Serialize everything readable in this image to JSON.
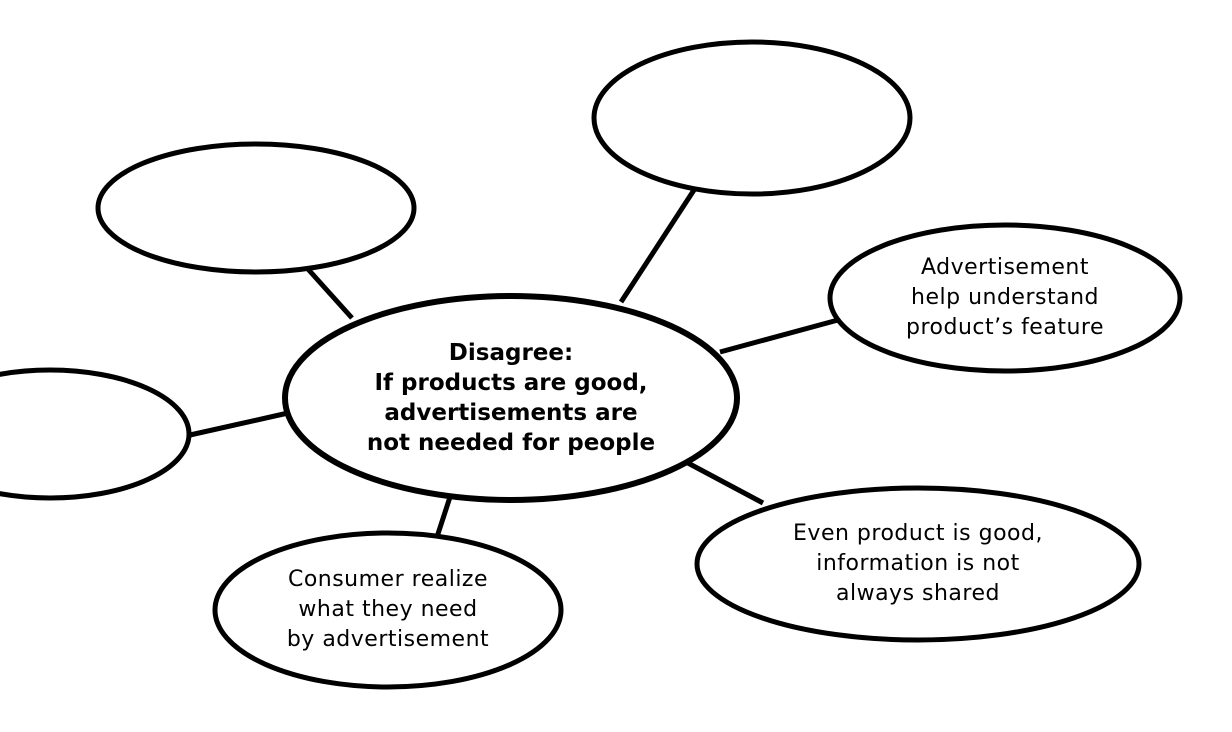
{
  "mindmap": {
    "center": {
      "text": "Disagree:\nIf products are good,\nadvertisements are\nnot needed for people"
    },
    "branches": [
      {
        "id": "top-left",
        "text": ""
      },
      {
        "id": "top-right",
        "text": ""
      },
      {
        "id": "left",
        "text": ""
      },
      {
        "id": "right",
        "text": "Advertisement\nhelp understand\nproduct’s feature"
      },
      {
        "id": "bottom-right",
        "text": "Even product is good,\ninformation is not\nalways shared"
      },
      {
        "id": "bottom-left",
        "text": "Consumer realize\nwhat they need\nby advertisement"
      }
    ]
  }
}
